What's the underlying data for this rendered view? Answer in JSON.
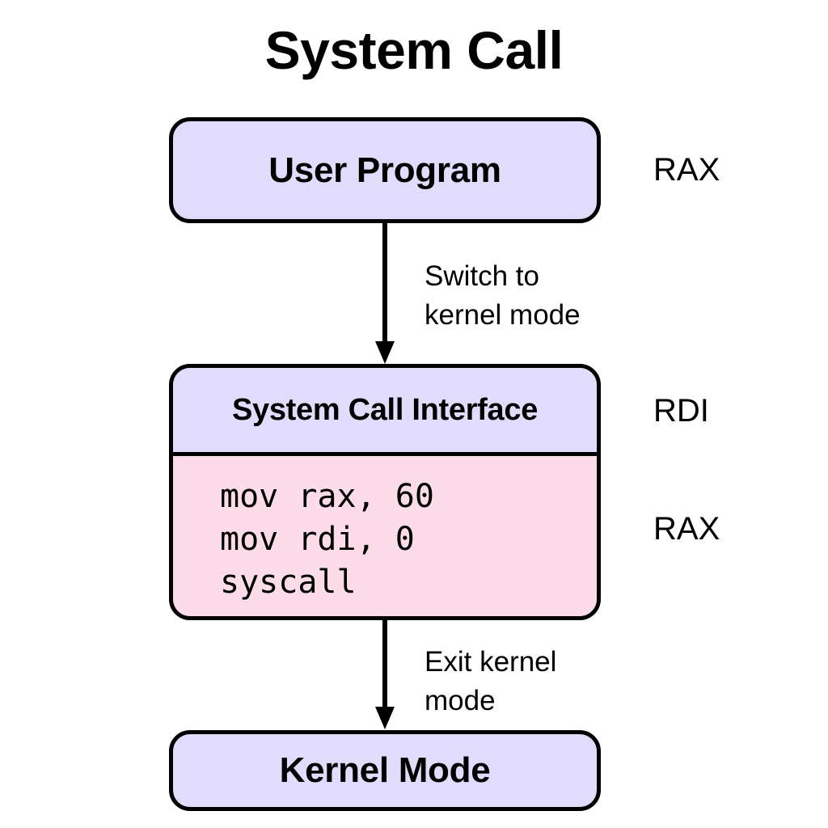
{
  "diagram": {
    "title": "System Call",
    "background_color": "#ffffff",
    "node_fill_lavender": "#e2dcfc",
    "node_fill_pink": "#fcdce8",
    "stroke_color": "#000000",
    "nodes": {
      "user_program": {
        "label": "User Program"
      },
      "syscall_interface": {
        "header_label": "System Call Interface",
        "code_lines": [
          "mov rax, 60",
          "mov rdi, 0",
          "syscall"
        ]
      },
      "kernel_mode": {
        "label": "Kernel Mode"
      }
    },
    "edges": [
      {
        "from": "user_program",
        "to": "syscall_interface",
        "label": "Switch to\nkernel mode"
      },
      {
        "from": "syscall_interface",
        "to": "kernel_mode",
        "label": "Exit kernel\nmode"
      }
    ],
    "registers": [
      {
        "name": "RAX",
        "near": "user_program"
      },
      {
        "name": "RDI",
        "near": "syscall_interface_header"
      },
      {
        "name": "RAX",
        "near": "syscall_interface_code"
      }
    ]
  }
}
